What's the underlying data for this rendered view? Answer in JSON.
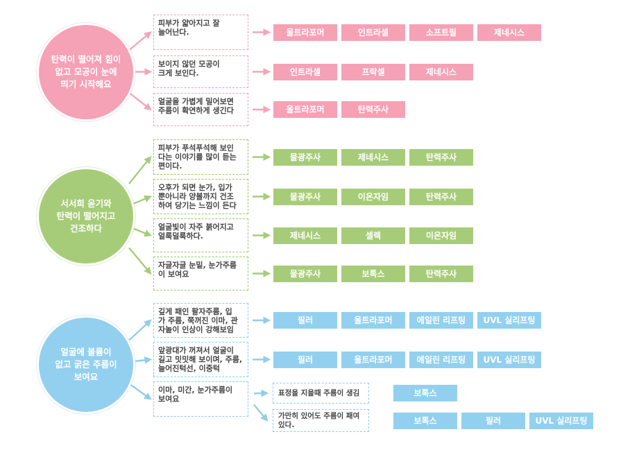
{
  "colors": {
    "pink": "#f5a1b6",
    "pink_border": "#f2a0b3",
    "pink_arrow": "#f3a6b8",
    "green": "#a7cc79",
    "green_border": "#9dc46a",
    "green_arrow": "#a7cc79",
    "blue": "#93d0ef",
    "blue_border": "#8ccbea",
    "blue_arrow": "#93cdea"
  },
  "groups": [
    {
      "key": "g1",
      "color": "pink",
      "label": "탄력이 떨어져 힘이\n없고 모공이 눈에\n띄기 시작해요",
      "items": [
        {
          "symptom": "피부가 얇아지고 잘\n늘어난다.",
          "treatments": [
            "울트라포머",
            "인트라셀",
            "소프트필",
            "제네시스"
          ]
        },
        {
          "symptom": "보이지 않던 모공이\n크게 보인다.",
          "treatments": [
            "인트라셀",
            "프락셀",
            "제네시스"
          ]
        },
        {
          "symptom": "얼굴을 가볍게 밀어보면\n주름이 확연하게 생긴다",
          "treatments": [
            "울트라포머",
            "탄력주사"
          ]
        }
      ]
    },
    {
      "key": "g2",
      "color": "green",
      "label": "서서희 윤기와\n탄력이 떨어지고\n건조하다",
      "items": [
        {
          "symptom": "피부가 푸석푸석해 보인\n다는 이야기를 많이 듣는\n편이다.",
          "treatments": [
            "물광주사",
            "제네시스",
            "탄력주사"
          ]
        },
        {
          "symptom": "오후가 되면 눈가, 입가\n뿐아니라 양볼까지 건조\n하여 당기는 느낌이 든다",
          "treatments": [
            "물광주사",
            "이온자임",
            "탄력주사"
          ]
        },
        {
          "symptom": "얼굴빛이 자주 붉어지고\n얼룩덜룩하다.",
          "treatments": [
            "제네시스",
            "셀렉",
            "이온자임"
          ]
        },
        {
          "symptom": "자글자글 눈밑, 눈가주름\n이 보여요",
          "treatments": [
            "물광주사",
            "보톡스",
            "탄력주사"
          ]
        }
      ]
    },
    {
      "key": "g3",
      "color": "blue",
      "label": "얼굴에 볼륨이\n없고 굵은 주름이\n보여요",
      "items": [
        {
          "symptom": "깊게 패인 팔자주름, 입\n가 주름, 쭉꺼진 이마, 관\n자놀이 인상이 강해보임",
          "treatments": [
            "필러",
            "울트라포머",
            "에일린 리프팅",
            "UVL 실리프팅"
          ]
        },
        {
          "symptom": "앞광대가 꺼져서 얼굴이\n길고 밋밋해 보이며, 주름,\n늘어진턱선, 이중턱",
          "treatments": [
            "필러",
            "울트라포머",
            "에일린 리프팅",
            "UVL 실리프팅"
          ]
        },
        {
          "symptom": "이마, 미간, 눈가주름이\n보여요",
          "sub": [
            {
              "symptom": "표정을 지을때 주름이 생김",
              "treatments": [
                "보톡스"
              ]
            },
            {
              "symptom": "가만히 있어도 주름이 패여\n있다.",
              "treatments": [
                "보톡스",
                "필러",
                "UVL 실리프팅"
              ]
            }
          ]
        }
      ]
    }
  ]
}
